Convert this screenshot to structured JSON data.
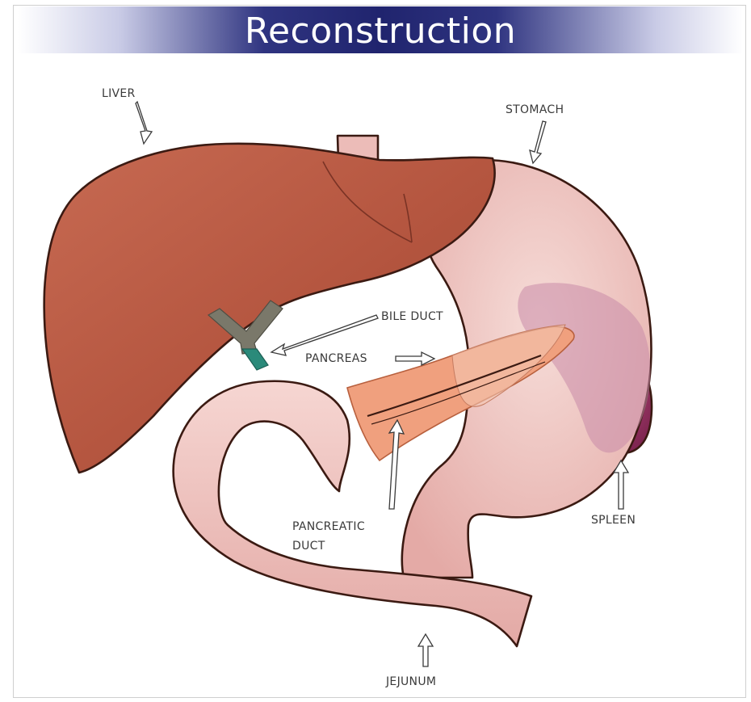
{
  "title": "Reconstruction",
  "labels": {
    "liver": "LIVER",
    "stomach": "STOMACH",
    "bile_duct": "BILE DUCT",
    "pancreas": "PANCREAS",
    "pancreatic_duct_line1": "PANCREATIC",
    "pancreatic_duct_line2": "DUCT",
    "spleen": "SPLEEN",
    "jejunum": "JEJUNUM"
  },
  "colors": {
    "banner": "#20246e",
    "liver": "#b95a44",
    "stomach": "#efc2be",
    "intestine": "#f2c8c4",
    "pancreas": "#f0a07e",
    "spleen": "#8e2b5b",
    "bile_duct": "#2b8a7a"
  }
}
